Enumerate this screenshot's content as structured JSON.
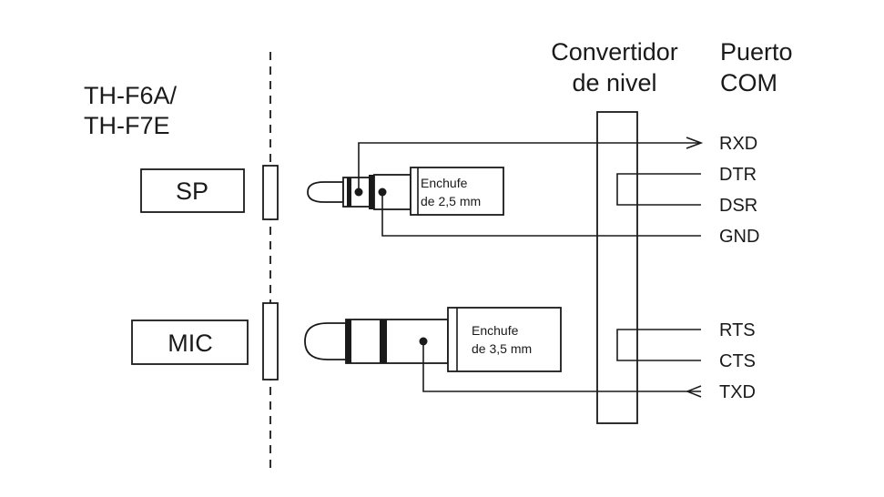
{
  "radio": {
    "model_line1": "TH-F6A/",
    "model_line2": "TH-F7E"
  },
  "ports": {
    "sp": "SP",
    "mic": "MIC"
  },
  "plugs": {
    "plug_25_line1": "Enchufe",
    "plug_25_line2": "de 2,5 mm",
    "plug_35_line1": "Enchufe",
    "plug_35_line2": "de 3,5 mm"
  },
  "converter": {
    "line1": "Convertidor",
    "line2": "de nivel"
  },
  "com": {
    "line1": "Puerto",
    "line2": "COM"
  },
  "signals": {
    "rxd": "RXD",
    "dtr": "DTR",
    "dsr": "DSR",
    "gnd": "GND",
    "rts": "RTS",
    "cts": "CTS",
    "txd": "TXD"
  }
}
